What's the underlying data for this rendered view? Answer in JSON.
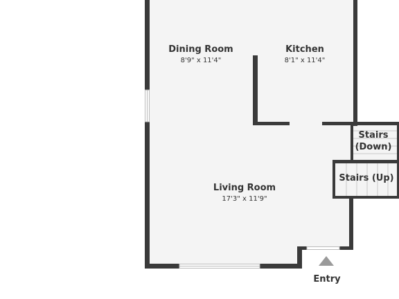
{
  "colors": {
    "floor": "#f4f4f4",
    "wall": "#3a3a3a",
    "window_frame": "#bbbbbb",
    "stair_line": "#c8c8c8",
    "arrow": "#9a9a9a",
    "text": "#333333"
  },
  "rooms": {
    "dining": {
      "name": "Dining Room",
      "dims": "8'9\" x 11'4\""
    },
    "kitchen": {
      "name": "Kitchen",
      "dims": "8'1\" x 11'4\""
    },
    "living": {
      "name": "Living Room",
      "dims": "17'3\" x 11'9\""
    },
    "stairs_down": {
      "line1": "Stairs",
      "line2": "(Down)"
    },
    "stairs_up": {
      "name": "Stairs (Up)"
    }
  },
  "entry": {
    "label": "Entry",
    "icon": "triangle-arrow-up-icon"
  }
}
